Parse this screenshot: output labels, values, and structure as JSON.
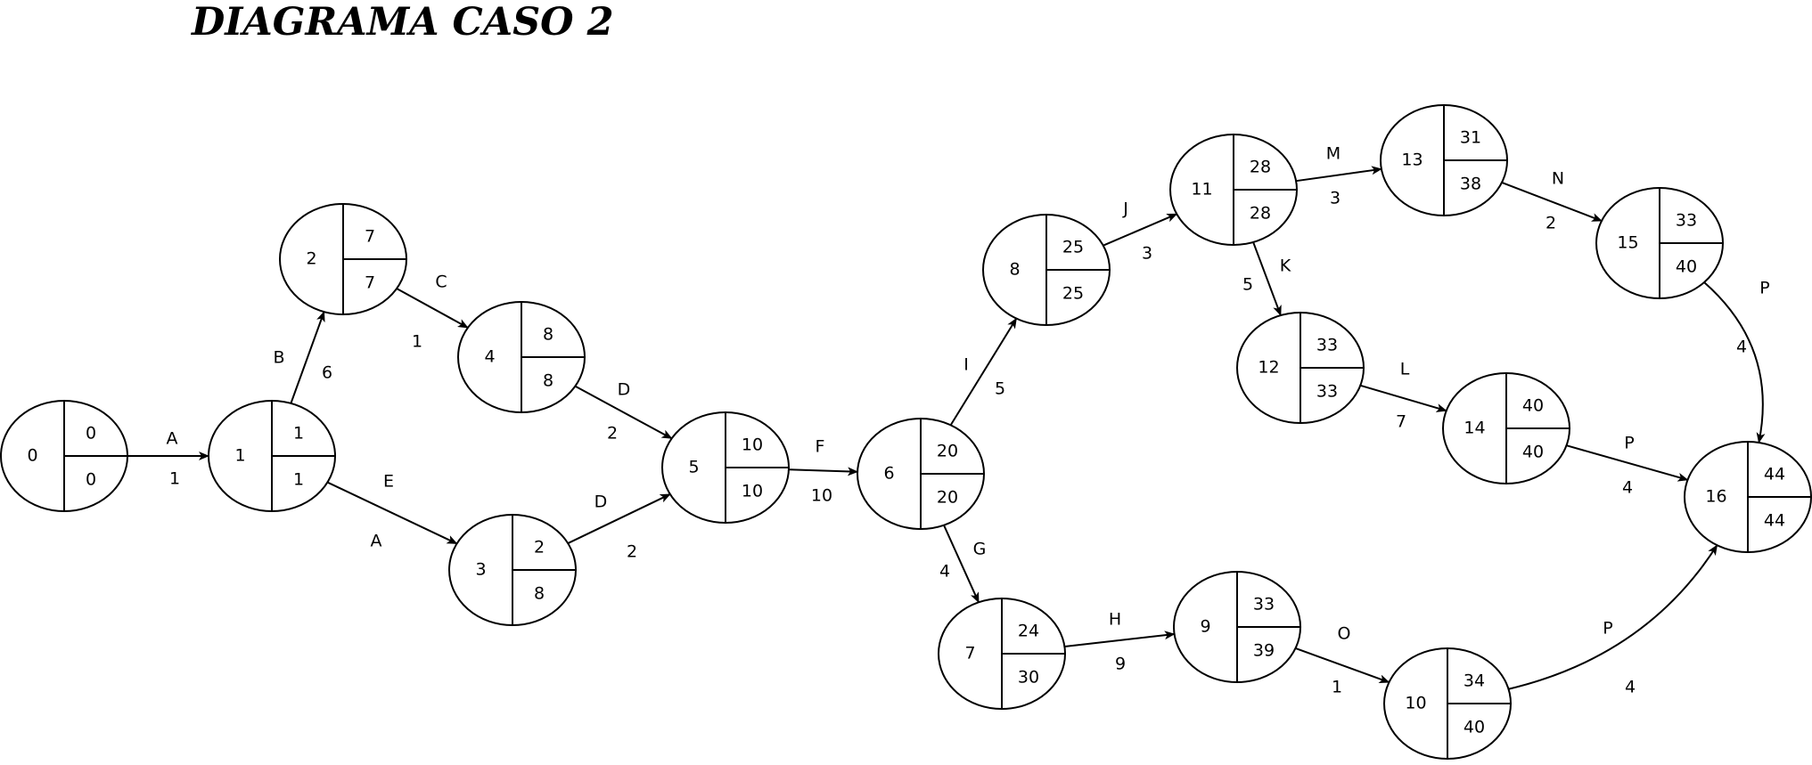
{
  "title": "DIAGRAMA CASO 2",
  "nodes": [
    {
      "id": "0",
      "top": "0",
      "bottom": "0"
    },
    {
      "id": "1",
      "top": "1",
      "bottom": "1"
    },
    {
      "id": "2",
      "top": "7",
      "bottom": "7"
    },
    {
      "id": "3",
      "top": "2",
      "bottom": "8"
    },
    {
      "id": "4",
      "top": "8",
      "bottom": "8"
    },
    {
      "id": "5",
      "top": "10",
      "bottom": "10"
    },
    {
      "id": "6",
      "top": "20",
      "bottom": "20"
    },
    {
      "id": "7",
      "top": "24",
      "bottom": "30"
    },
    {
      "id": "8",
      "top": "25",
      "bottom": "25"
    },
    {
      "id": "9",
      "top": "33",
      "bottom": "39"
    },
    {
      "id": "10",
      "top": "34",
      "bottom": "40"
    },
    {
      "id": "11",
      "top": "28",
      "bottom": "28"
    },
    {
      "id": "12",
      "top": "33",
      "bottom": "33"
    },
    {
      "id": "13",
      "top": "31",
      "bottom": "38"
    },
    {
      "id": "14",
      "top": "40",
      "bottom": "40"
    },
    {
      "id": "15",
      "top": "33",
      "bottom": "40"
    },
    {
      "id": "16",
      "top": "44",
      "bottom": "44"
    }
  ],
  "edges": [
    {
      "from": "0",
      "to": "1",
      "activity": "A",
      "duration": "1"
    },
    {
      "from": "1",
      "to": "2",
      "activity": "B",
      "duration": "6"
    },
    {
      "from": "1",
      "to": "3",
      "activity": "E",
      "duration": "A"
    },
    {
      "from": "2",
      "to": "4",
      "activity": "C",
      "duration": "1"
    },
    {
      "from": "4",
      "to": "5",
      "activity": "D",
      "duration": "2"
    },
    {
      "from": "3",
      "to": "5",
      "activity": "D",
      "duration": "2"
    },
    {
      "from": "5",
      "to": "6",
      "activity": "F",
      "duration": "10"
    },
    {
      "from": "6",
      "to": "8",
      "activity": "I",
      "duration": "5"
    },
    {
      "from": "6",
      "to": "7",
      "activity": "G",
      "duration": "4"
    },
    {
      "from": "8",
      "to": "11",
      "activity": "J",
      "duration": "3"
    },
    {
      "from": "11",
      "to": "13",
      "activity": "M",
      "duration": "3"
    },
    {
      "from": "11",
      "to": "12",
      "activity": "K",
      "duration": "5"
    },
    {
      "from": "13",
      "to": "15",
      "activity": "N",
      "duration": "2"
    },
    {
      "from": "12",
      "to": "14",
      "activity": "L",
      "duration": "7"
    },
    {
      "from": "15",
      "to": "16",
      "activity": "P",
      "duration": "4"
    },
    {
      "from": "14",
      "to": "16",
      "activity": "P",
      "duration": "4"
    },
    {
      "from": "7",
      "to": "9",
      "activity": "H",
      "duration": "9"
    },
    {
      "from": "9",
      "to": "10",
      "activity": "O",
      "duration": "1"
    },
    {
      "from": "10",
      "to": "16",
      "activity": "P",
      "duration": "4"
    }
  ]
}
